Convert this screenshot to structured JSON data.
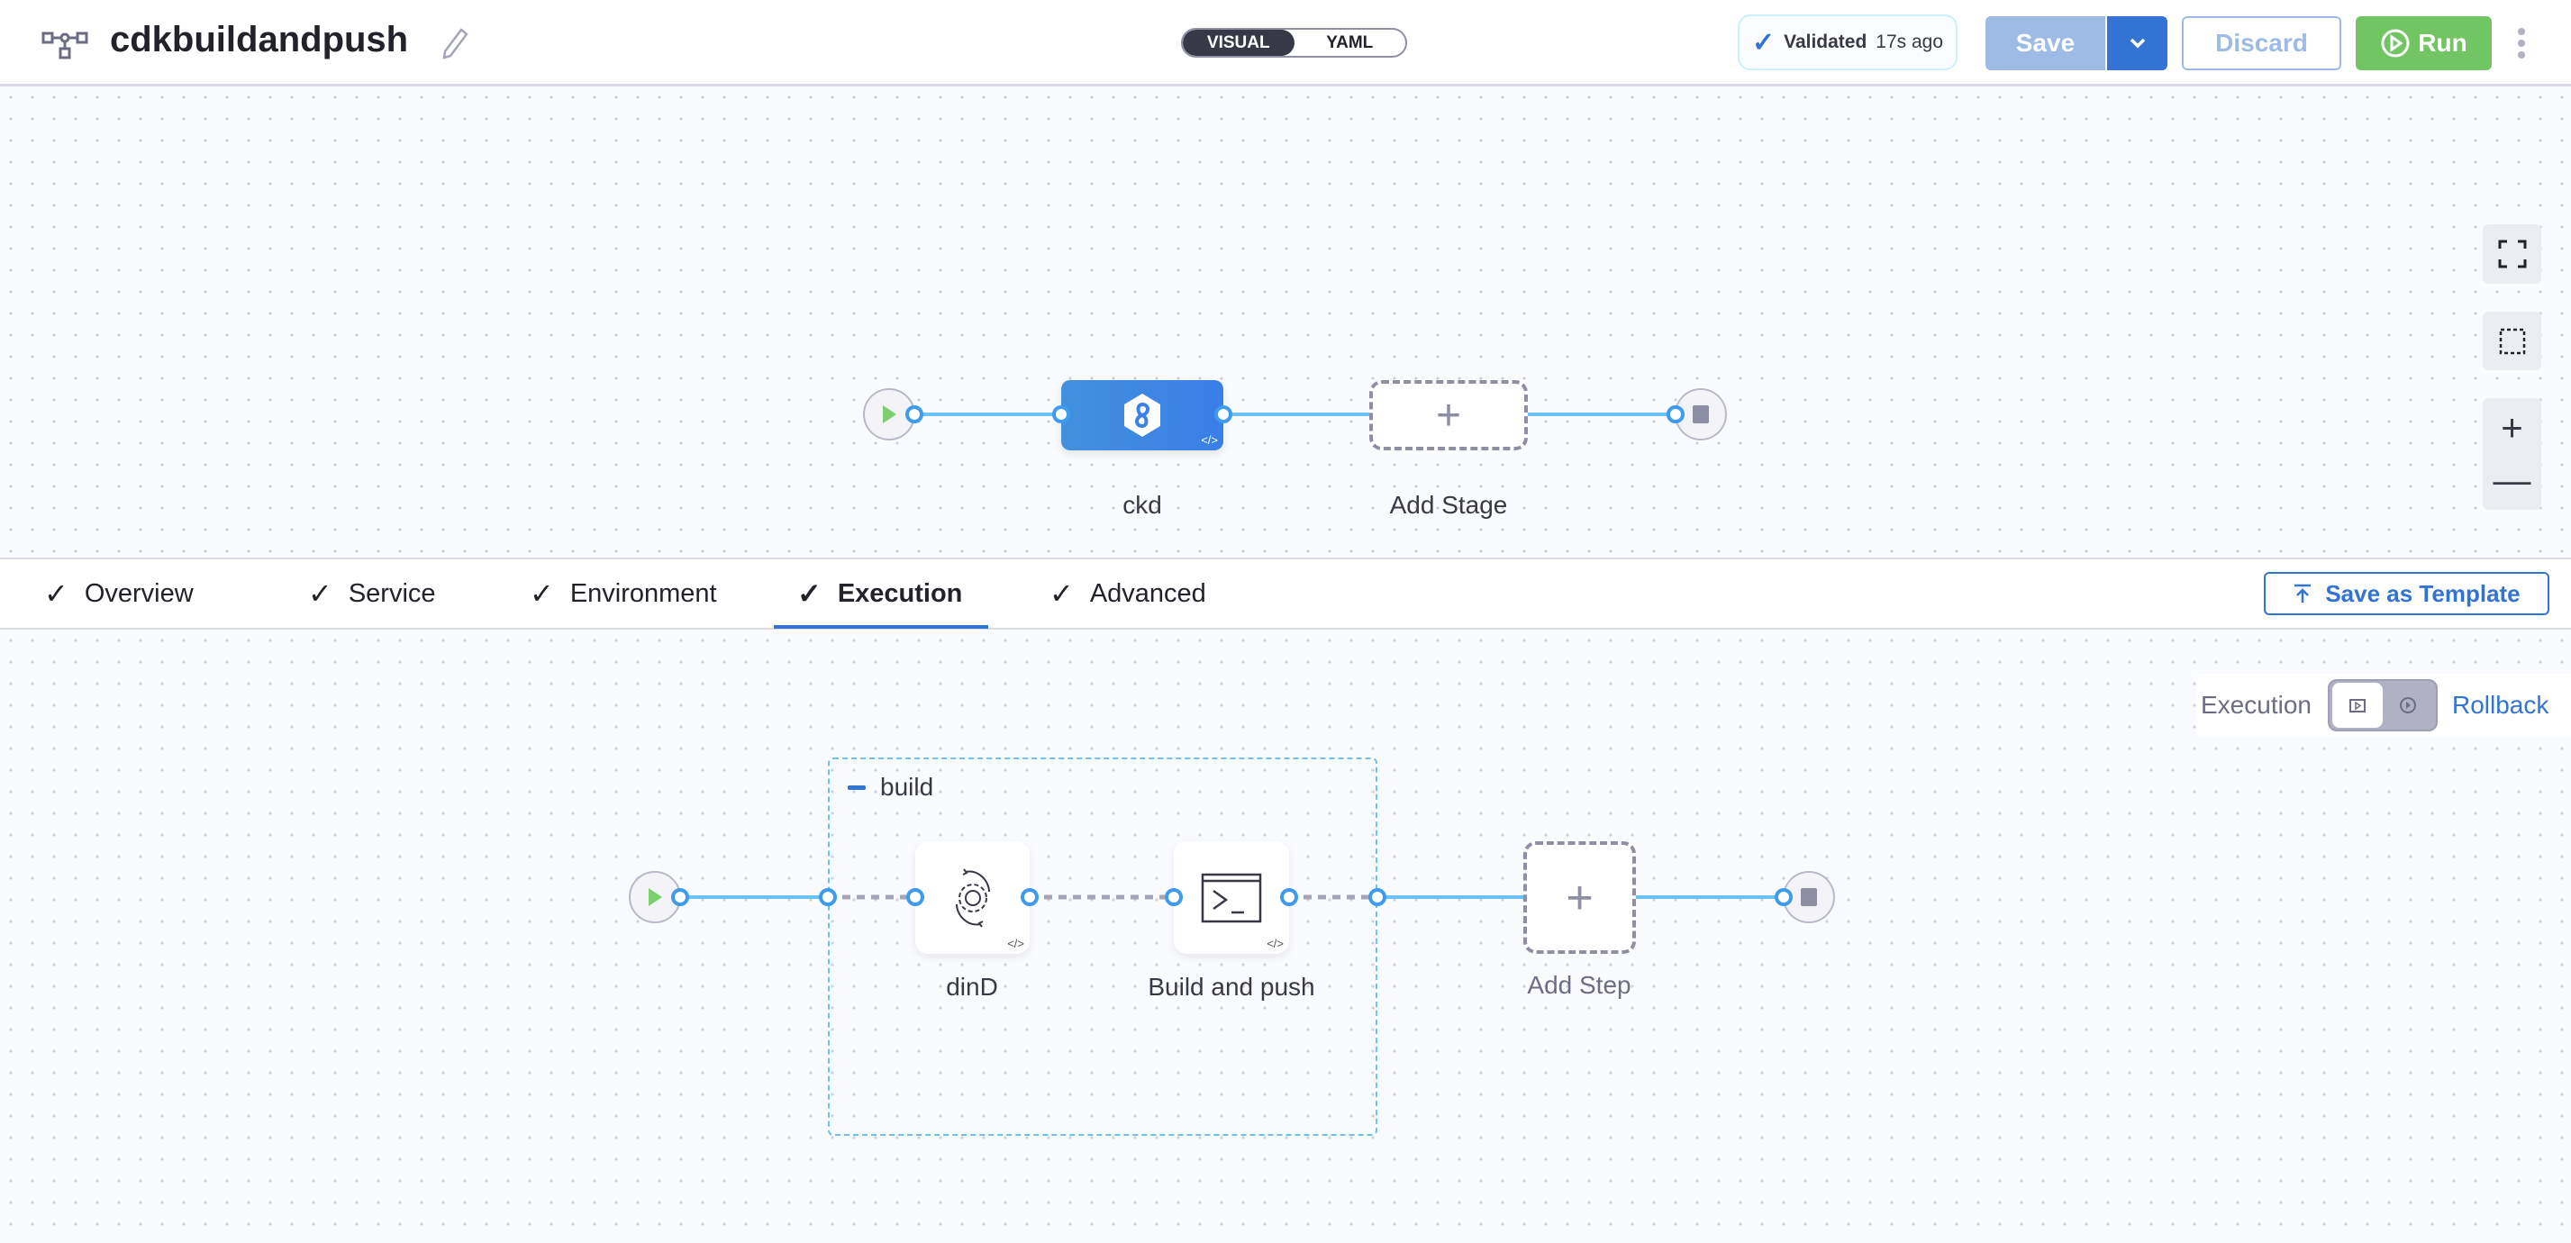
{
  "header": {
    "pipeline_name": "cdkbuildandpush",
    "view_modes": [
      "VISUAL",
      "YAML"
    ],
    "active_view": "VISUAL",
    "validation": {
      "status": "Validated",
      "time": "17s ago"
    },
    "save_label": "Save",
    "discard_label": "Discard",
    "run_label": "Run"
  },
  "pipeline": {
    "stages": [
      {
        "name": "ckd",
        "type": "deploy"
      }
    ],
    "add_stage_label": "Add Stage"
  },
  "stage_tabs": {
    "items": [
      {
        "label": "Overview",
        "complete": true
      },
      {
        "label": "Service",
        "complete": true
      },
      {
        "label": "Environment",
        "complete": true
      },
      {
        "label": "Execution",
        "complete": true,
        "active": true
      },
      {
        "label": "Advanced",
        "complete": true
      }
    ],
    "save_template_label": "Save as Template"
  },
  "execution": {
    "mode_label": "Execution",
    "rollback_label": "Rollback",
    "active_mode": "Execution",
    "group": {
      "name": "build",
      "steps": [
        {
          "name": "dinD",
          "icon": "gear-cycle-icon"
        },
        {
          "name": "Build and push",
          "icon": "terminal-icon"
        }
      ]
    },
    "add_step_label": "Add Step"
  },
  "colors": {
    "primary": "#3273d3",
    "run": "#71c562",
    "edge": "#6ac1f2",
    "port": "#3d9cf0"
  }
}
